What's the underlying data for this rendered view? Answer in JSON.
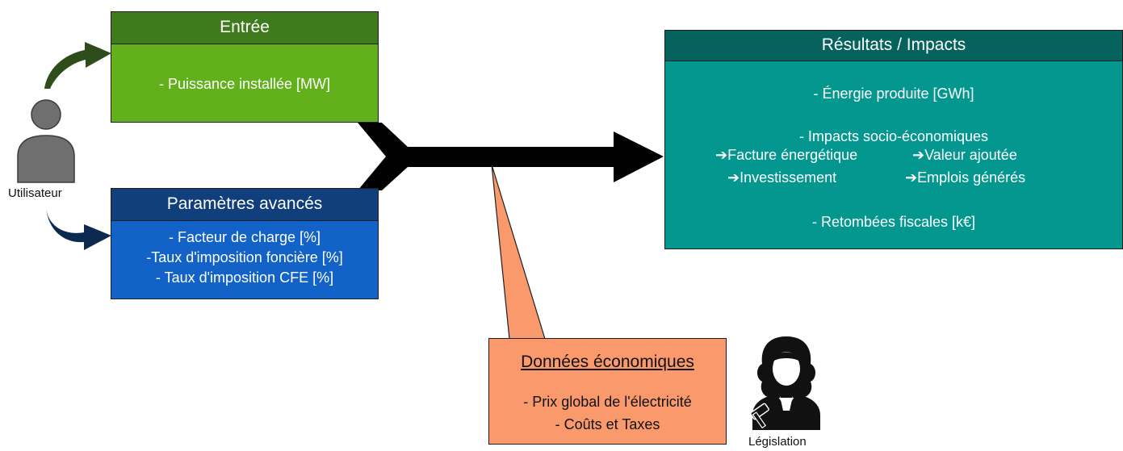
{
  "user": {
    "label": "Utilisateur"
  },
  "entree": {
    "title": "Entrée",
    "items": [
      "- Puissance installée [MW]"
    ]
  },
  "avances": {
    "title": "Paramètres avancés",
    "items": [
      "- Facteur de charge [%]",
      "-Taux d'imposition foncière [%]",
      "- Taux d'imposition CFE [%]"
    ]
  },
  "resultats": {
    "title": "Résultats / Impacts",
    "energie": "- Énergie produite [GWh]",
    "impacts_title": "- Impacts socio-économiques",
    "impacts": [
      "➔Facture énergétique",
      "➔Valeur ajoutée",
      "➔Investissement",
      "➔Emplois générés"
    ],
    "fiscal": "- Retombées fiscales [k€]"
  },
  "donnees": {
    "title": "Données économiques",
    "items": [
      "- Prix global de l'électricité",
      "- Coûts et Taxes"
    ]
  },
  "legislation": {
    "label": "Législation"
  },
  "colors": {
    "entree_header": "#3f7a1c",
    "entree_body": "#62b01c",
    "avances_header": "#103f7c",
    "avances_body": "#1262c8",
    "resultats_header": "#06625c",
    "resultats_body": "#03978f",
    "donnees_body": "#fa9a6c"
  }
}
